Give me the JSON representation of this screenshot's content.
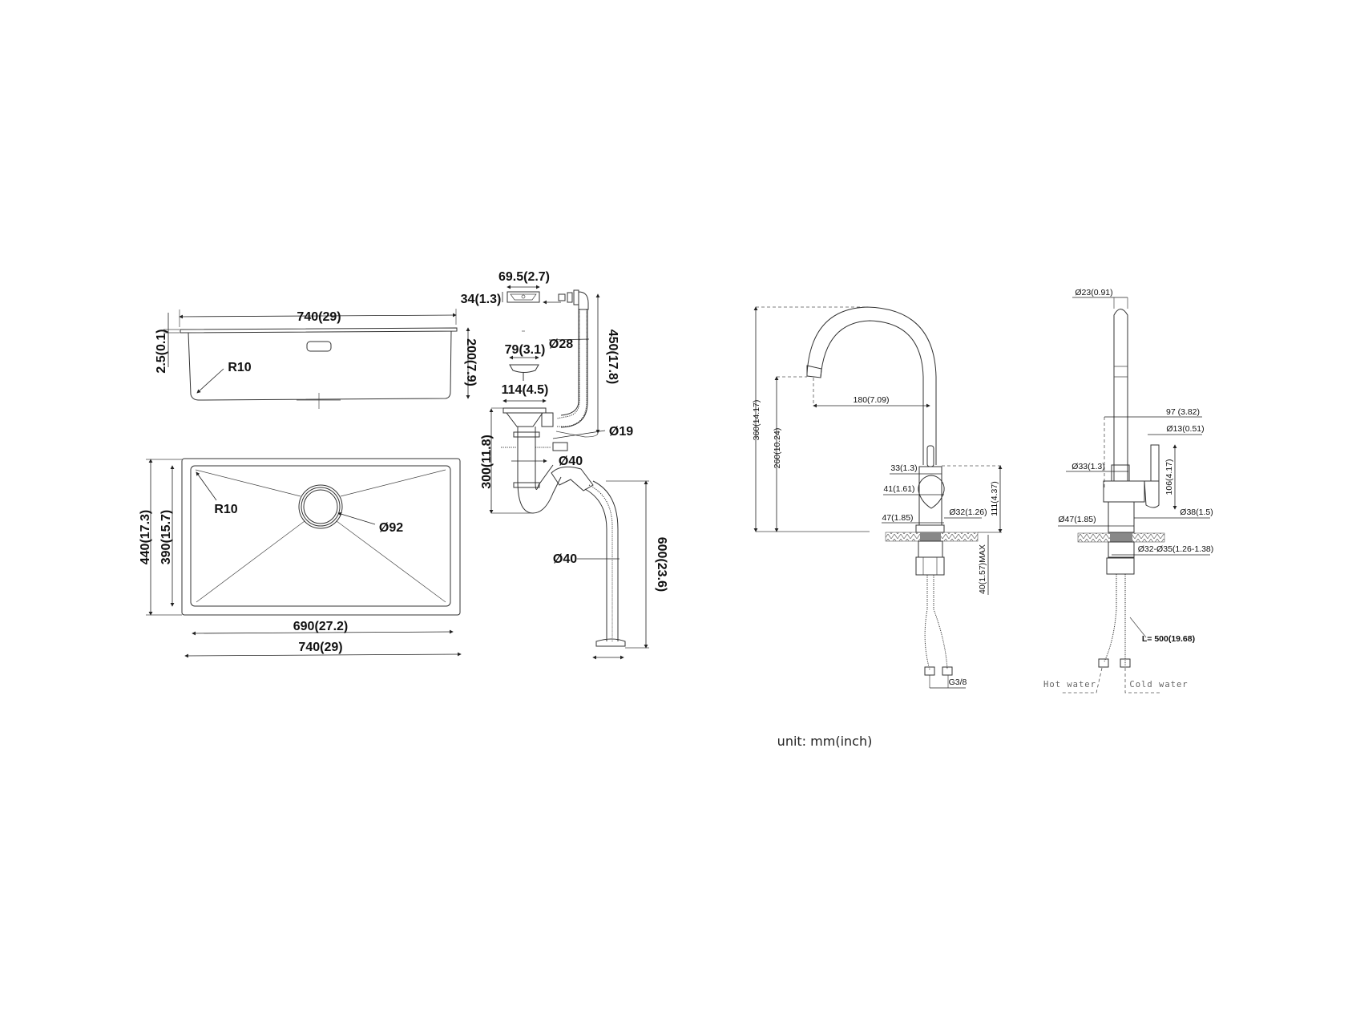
{
  "sink": {
    "side_view": {
      "width": "740(29)",
      "rim": "2.5(0.1)",
      "radius": "R10",
      "depth": "200(7.9)"
    },
    "top_view": {
      "radius": "R10",
      "drain": "Ø92",
      "outer_depth": "440(17.3)",
      "inner_depth": "390(15.7)",
      "inner_width": "690(27.2)",
      "outer_width": "740(29)"
    }
  },
  "drain": {
    "overflow_width": "69.5(2.7)",
    "overflow_height": "34(1.3)",
    "overflow_hose_diameter": "Ø28",
    "overflow_hose_length": "450(17.8)",
    "strainer_diameter": "79(3.1)",
    "flange_diameter": "114(4.5)",
    "trap_height": "300(11.8)",
    "side_inlet": "Ø19",
    "pipe_diameter": "Ø40",
    "outlet_hose_diameter": "Ø40",
    "outlet_hose_length": "600(23.6)"
  },
  "faucet_front": {
    "total_height": "360(14.17)",
    "spout_height": "260(10.24)",
    "reach": "180(7.09)",
    "stem": "33(1.3)",
    "body": "41(1.61)",
    "base": "47(1.85)",
    "shank": "Ø32(1.26)",
    "body_height": "111(4.37)",
    "counter_max": "40(1.57)MAX",
    "thread": "G3/8"
  },
  "faucet_side": {
    "spout_diameter": "Ø23(0.91)",
    "handle_reach": "97  (3.82)",
    "lever_diameter": "Ø13(0.51)",
    "lever_height": "106(4.17)",
    "stem_diameter": "Ø33(1.3)",
    "body_diameter": "Ø38(1.5)",
    "base_diameter": "Ø47(1.85)",
    "hole_diameter": "Ø32-Ø35(1.26-1.38)",
    "hose_length": "L= 500(19.68)",
    "hot_label": "Hot water",
    "cold_label": "Cold water"
  },
  "unit_note": "unit: mm(inch)"
}
